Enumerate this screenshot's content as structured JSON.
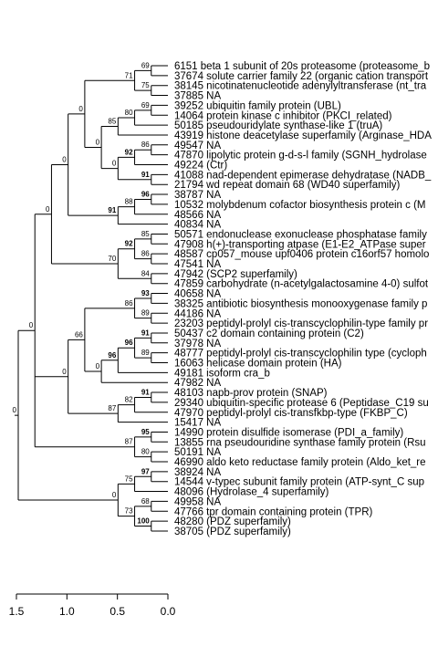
{
  "chart_data": {
    "type": "phylogenetic-tree",
    "axis": {
      "ticks": [
        "1.5",
        "1.0",
        "0.5",
        "0.0"
      ],
      "values": [
        1.5,
        1.0,
        0.5,
        0.0
      ],
      "direction": "reversed"
    },
    "tips": [
      "6151 beta 1 subunit of 20s proteasome (proteasome_b",
      "37674 solute carrier family 22 (organic cation transport",
      "38145 nicotinatenucleotide adenylyltransferase (nt_tra",
      "37885 NA",
      "39252 ubiquitin family protein (UBL)",
      "14064 protein kinase c inhibitor (PKCI_related)",
      "50185 pseudouridylate synthase-like 1 (truA)",
      "43919 histone deacetylase superfamily (Arginase_HDA",
      "49547 NA",
      "47870 lipolytic protein g-d-s-l family (SGNH_hydrolase",
      "49224 (Ctr)",
      "41088 nad-dependent epimerase dehydratase (NADB_",
      "21794 wd repeat domain 68 (WD40 superfamily)",
      "38787 NA",
      "10532 molybdenum cofactor biosynthesis protein c (M",
      "48566 NA",
      "40834 NA",
      "50571 endonuclease exonuclease phosphatase family",
      "47908 h(+)-transporting atpase (E1-E2_ATPase super",
      "48587 cp057_mouse upf0406 protein c16orf57 homolo",
      "47541 NA",
      "47942 (SCP2 superfamily)",
      "47859 carbohydrate (n-acetylgalactosamine 4-0) sulfot",
      "40658 NA",
      "38325 antibiotic biosynthesis monooxygenase family p",
      "44186 NA",
      "23203 peptidyl-prolyl cis-transcyclophilin-type family pr",
      "50437 c2 domain containing protein (C2)",
      "37978 NA",
      "48777 peptidyl-prolyl cis-transcyclophilin type (cycloph",
      "16063 helicase domain protein (HA)",
      "49181 isoform cra_b",
      "47982 NA",
      "48103 napb-prov protein (SNAP)",
      "29340 ubiquitin-specific protease 6 (Peptidase_C19 su",
      "47970 peptidyl-prolyl cis-transfkbp-type (FKBP_C)",
      "15417 NA",
      "14990 protein disulfide isomerase (PDI_a_family)",
      "13855 rna pseudouridine synthase family protein (Rsu",
      "50191 NA",
      "46990 aldo keto reductase family protein (Aldo_ket_re",
      "38924 NA",
      "14544 v-typec subunit family protein (ATP-synt_C sup",
      "48096 (Hydrolase_4 superfamily)",
      "49958 NA",
      "47766 tpr domain containing protein (TPR)",
      "48280 (PDZ superfamily)",
      "38705 (PDZ superfamily)"
    ],
    "tree": [
      "0",
      [
        [
          "0",
          [
            [
              "0",
              [
                [
                  "0",
                  [
                    [
                      "0",
                      [
                        [
                          "71",
                          [
                            [
                              "69",
                              [
                                0,
                                1
                              ]
                            ],
                            [
                              "75",
                              [
                                2,
                                3
                              ]
                            ]
                          ]
                        ],
                        [
                          "0",
                          [
                            [
                              "85",
                              [
                                [
                                  "80",
                                  [
                                    [
                                      "69",
                                      [
                                        4,
                                        5
                                      ]
                                    ],
                                    6
                                  ]
                                ],
                                7
                              ]
                            ],
                            [
                              "0",
                              [
                                [
                                  "92",
                                  [
                                    [
                                      "86",
                                      [
                                        8,
                                        9
                                      ]
                                    ],
                                    10
                                  ]
                                ],
                                [
                                  "91",
                                  [
                                    11,
                                    12
                                  ]
                                ]
                              ]
                            ]
                          ]
                        ]
                      ]
                    ],
                    [
                      "91",
                      [
                        [
                          "88",
                          [
                            [
                              "96",
                              [
                                13,
                                14
                              ]
                            ],
                            15
                          ]
                        ],
                        16
                      ]
                    ]
                  ]
                ],
                [
                  "70",
                  [
                    [
                      "92",
                      [
                        [
                          "85",
                          [
                            17,
                            18
                          ]
                        ],
                        [
                          "86",
                          [
                            19,
                            20
                          ]
                        ]
                      ]
                    ],
                    [
                      "84",
                      [
                        21,
                        22
                      ]
                    ]
                  ]
                ]
              ]
            ],
            [
              "0",
              [
                [
                  "66",
                  [
                    [
                      "86",
                      [
                        [
                          "93",
                          [
                            23,
                            24
                          ]
                        ],
                        [
                          "89",
                          [
                            25,
                            26
                          ]
                        ]
                      ]
                    ],
                    [
                      "0",
                      [
                        [
                          "96",
                          [
                            [
                              "96",
                              [
                                [
                                  "91",
                                  [
                                    27,
                                    28
                                  ]
                                ],
                                [
                                  "89",
                                  [
                                    29,
                                    30
                                  ]
                                ]
                              ]
                            ],
                            31
                          ]
                        ],
                        32
                      ]
                    ]
                  ]
                ],
                [
                  "87",
                  [
                    [
                      "82",
                      [
                        [
                          "91",
                          [
                            33,
                            34
                          ]
                        ],
                        35
                      ]
                    ],
                    36
                  ]
                ]
              ]
            ],
            [
              "87",
              [
                [
                  "95",
                  [
                    37,
                    38
                  ]
                ],
                [
                  "80",
                  [
                    39,
                    40
                  ]
                ]
              ]
            ]
          ]
        ],
        [
          "0",
          [
            [
              "75",
              [
                [
                  "97",
                  [
                    41,
                    42
                  ]
                ],
                43
              ]
            ],
            [
              "73",
              [
                [
                  "68",
                  [
                    44,
                    45
                  ]
                ],
                [
                  "100",
                  [
                    46,
                    47
                  ]
                ]
              ]
            ]
          ]
        ]
      ]
    ]
  }
}
